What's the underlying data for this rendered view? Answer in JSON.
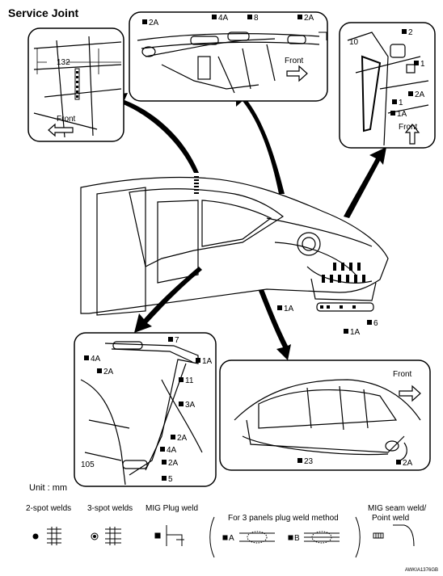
{
  "title": "Service Joint",
  "unit_label": "Unit : mm",
  "figure_code": "AWKIA1376GB",
  "callouts": {
    "top_left": {
      "dim": "132",
      "front": "Front"
    },
    "top_middle": {
      "a": "2A",
      "b": "4A",
      "c": "8",
      "d": "2A",
      "front": "Front"
    },
    "top_right": {
      "a": "10",
      "b": "2",
      "c": "1",
      "d": "2A",
      "e": "1",
      "f": "1A",
      "front": "Front"
    },
    "body": {
      "a": "1A",
      "b": "6",
      "c": "1A"
    },
    "bottom_left": {
      "a": "7",
      "b": "4A",
      "c": "2A",
      "d": "1A",
      "e": "11",
      "f": "3A",
      "g": "2A",
      "h": "4A",
      "i": "105",
      "j": "2A",
      "k": "5"
    },
    "bottom_right": {
      "front": "Front",
      "a": "23",
      "b": "2A"
    }
  },
  "legend": {
    "two_spot": "2-spot welds",
    "three_spot": "3-spot welds",
    "mig_plug": "MIG Plug weld",
    "three_panels": "For 3 panels plug weld method",
    "a": "A",
    "b": "B",
    "mig_seam": "MIG seam weld/",
    "point": "Point weld"
  }
}
